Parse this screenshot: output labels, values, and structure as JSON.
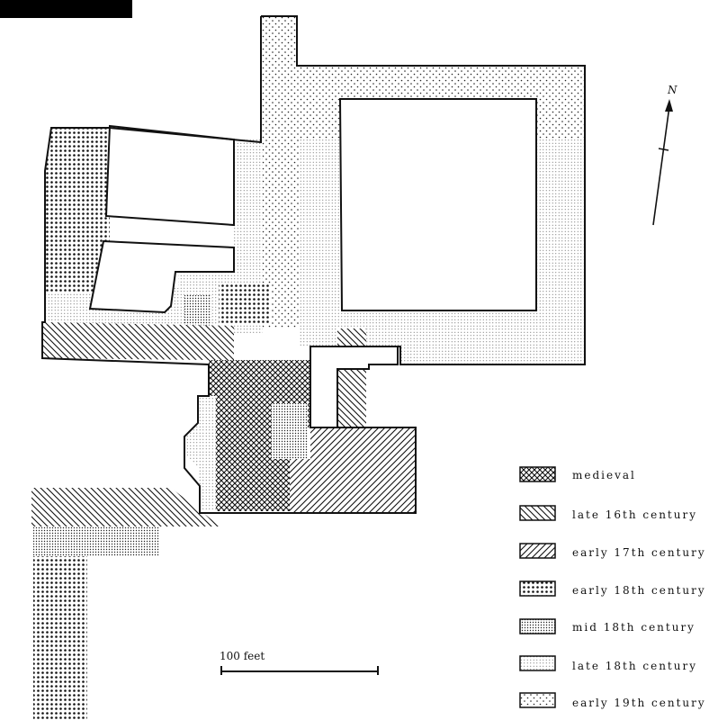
{
  "north_label": "N",
  "scale_label": "100 feet",
  "legend": [
    {
      "pattern": "medieval",
      "label": "medieval"
    },
    {
      "pattern": "late16",
      "label": "late 16th century"
    },
    {
      "pattern": "early17",
      "label": "early 17th century"
    },
    {
      "pattern": "early18",
      "label": "early 18th century"
    },
    {
      "pattern": "mid18",
      "label": "mid 18th century"
    },
    {
      "pattern": "late18",
      "label": "late 18th century"
    },
    {
      "pattern": "early19",
      "label": "early 19th century"
    }
  ],
  "colors": {
    "ink": "#111111",
    "paper": "#ffffff"
  }
}
